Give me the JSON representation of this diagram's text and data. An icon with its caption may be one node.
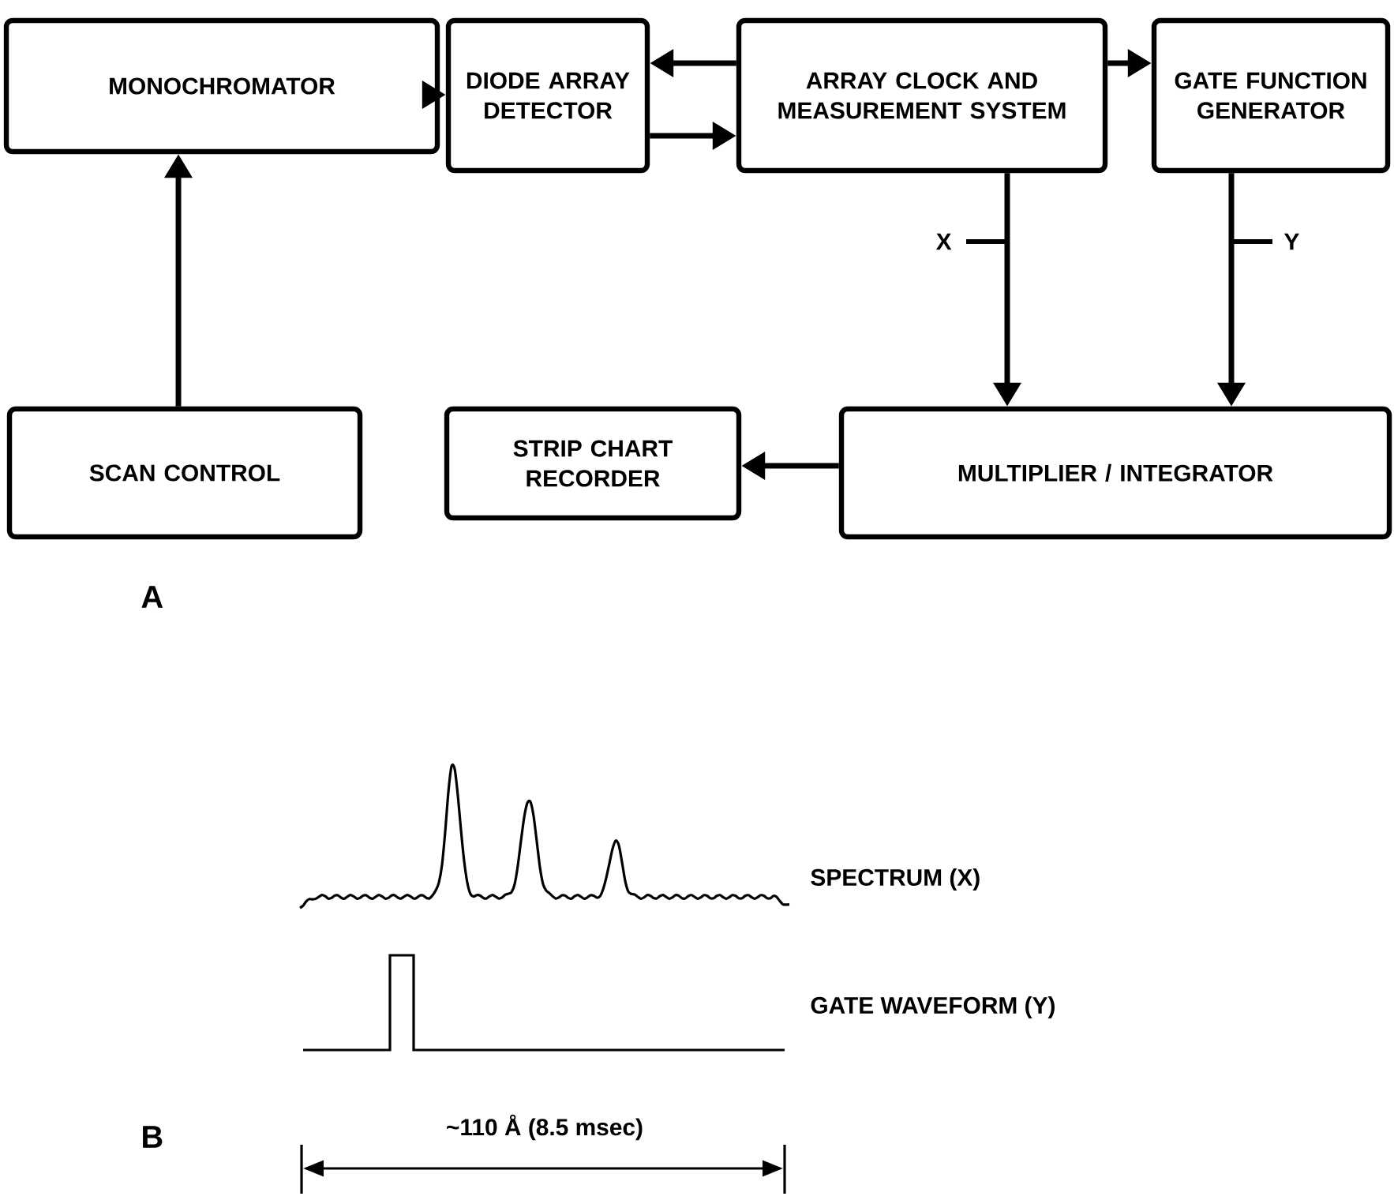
{
  "diagram": {
    "nodes": [
      {
        "text": [
          "MONOCHROMATOR"
        ]
      },
      {
        "text": [
          "DIODE ARRAY DETECTOR"
        ]
      },
      {
        "text": [
          "ARRAY CLOCK AND MEASUREMENT SYSTEM"
        ]
      },
      {
        "text": [
          "GATE FUNCTION GENERATOR"
        ]
      },
      {
        "text": [
          "SCAN CONTROL"
        ]
      },
      {
        "text": [
          "STRIP CHART RECORDER"
        ]
      },
      {
        "text": [
          "MULTIPLIER / INTEGRATOR"
        ]
      }
    ],
    "edges": [
      {
        "from": 0,
        "to": 1,
        "arrow": "to"
      },
      {
        "from": 2,
        "to": 1,
        "arrow": "to"
      },
      {
        "from": 1,
        "to": 2,
        "arrow": "to"
      },
      {
        "from": 2,
        "to": 3,
        "arrow": "to"
      },
      {
        "from": 4,
        "to": 0,
        "arrow": "to"
      },
      {
        "from": 2,
        "to": 6,
        "arrow": "to",
        "label": "X"
      },
      {
        "from": 3,
        "to": 6,
        "arrow": "to",
        "label": "Y"
      },
      {
        "from": 6,
        "to": 5,
        "arrow": "to"
      }
    ],
    "labels": [
      "A",
      "SPECTRUM (X)",
      "GATE WAVEFORM (Y)",
      "B",
      "~110 Å (8.5 msec)"
    ]
  }
}
